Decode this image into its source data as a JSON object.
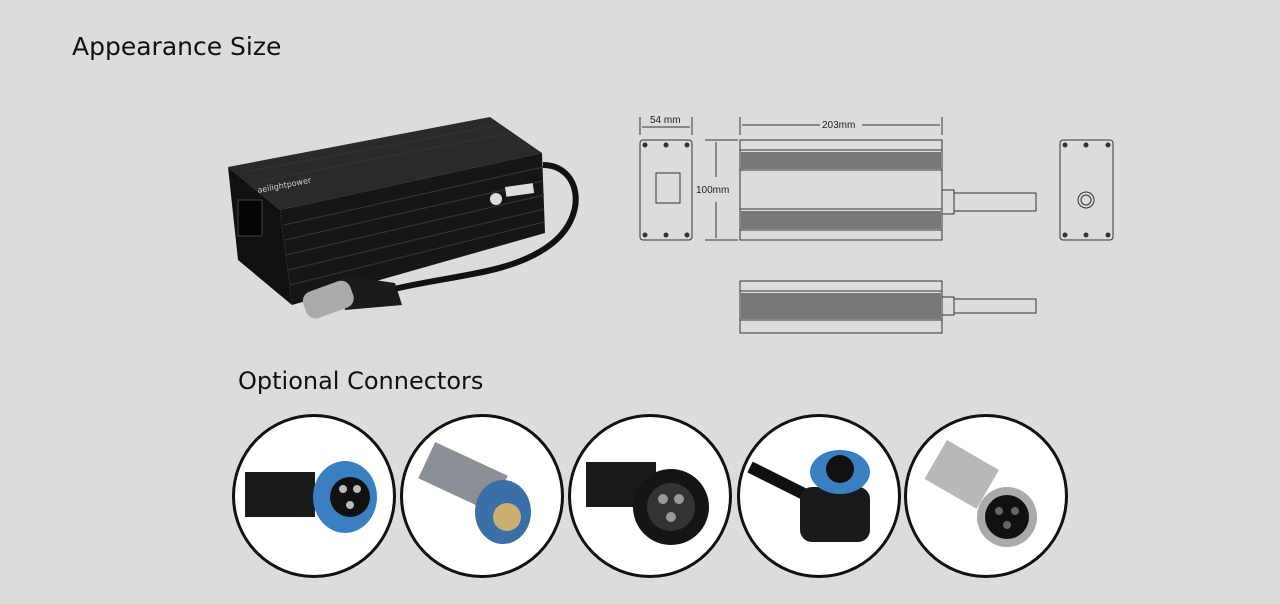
{
  "headings": {
    "appearance": "Appearance Size",
    "connectors": "Optional Connectors"
  },
  "dimensions": {
    "depth": "54 mm",
    "length": "203mm",
    "width": "100mm"
  },
  "charger_brand": "aeilightpower",
  "connectors": [
    {
      "name": "blue-waterproof-3pin"
    },
    {
      "name": "metal-aviation-blue"
    },
    {
      "name": "black-locking-3pin"
    },
    {
      "name": "right-angle-blue-3pin"
    },
    {
      "name": "gx-metal-3pin-female"
    }
  ],
  "colors": {
    "background": "#dcdcdc",
    "connector_blue": "#3a7fc0",
    "charger_body": "#1a1a1a"
  }
}
